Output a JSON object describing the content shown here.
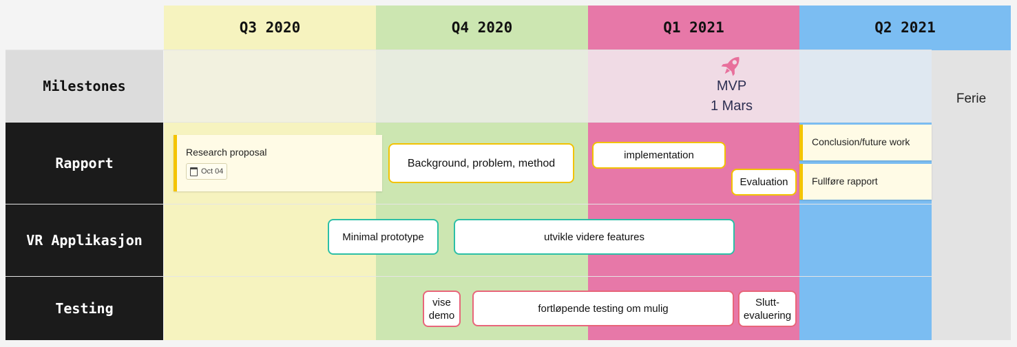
{
  "quarters": [
    {
      "label": "Q3 2020",
      "color": "#f6f3bf"
    },
    {
      "label": "Q4 2020",
      "color": "#cce6b1"
    },
    {
      "label": "Q1 2021",
      "color": "#e778a8"
    },
    {
      "label": "Q2 2021",
      "color": "#7bbdf2"
    }
  ],
  "rows": {
    "milestones": "Milestones",
    "rapport": "Rapport",
    "vr": "VR Applikasjon",
    "testing": "Testing"
  },
  "milestone": {
    "title": "MVP",
    "date": "1 Mars",
    "icon": "rocket-icon",
    "icon_color": "#e8709c"
  },
  "ferie": "Ferie",
  "rapport": {
    "research_proposal": "Research proposal",
    "research_date": "Oct 04",
    "background": "Background, problem, method",
    "implementation": "implementation",
    "evaluation": "Evaluation",
    "conclusion": "Conclusion/future work",
    "fullfore": "Fullføre rapport"
  },
  "vr": {
    "minimal": "Minimal prototype",
    "features": "utvikle videre features"
  },
  "testing": {
    "vise_demo_1": "vise",
    "vise_demo_2": "demo",
    "fortlopende": "fortløpende testing om mulig",
    "slutt_1": "Slutt-",
    "slutt_2": "evaluering"
  }
}
